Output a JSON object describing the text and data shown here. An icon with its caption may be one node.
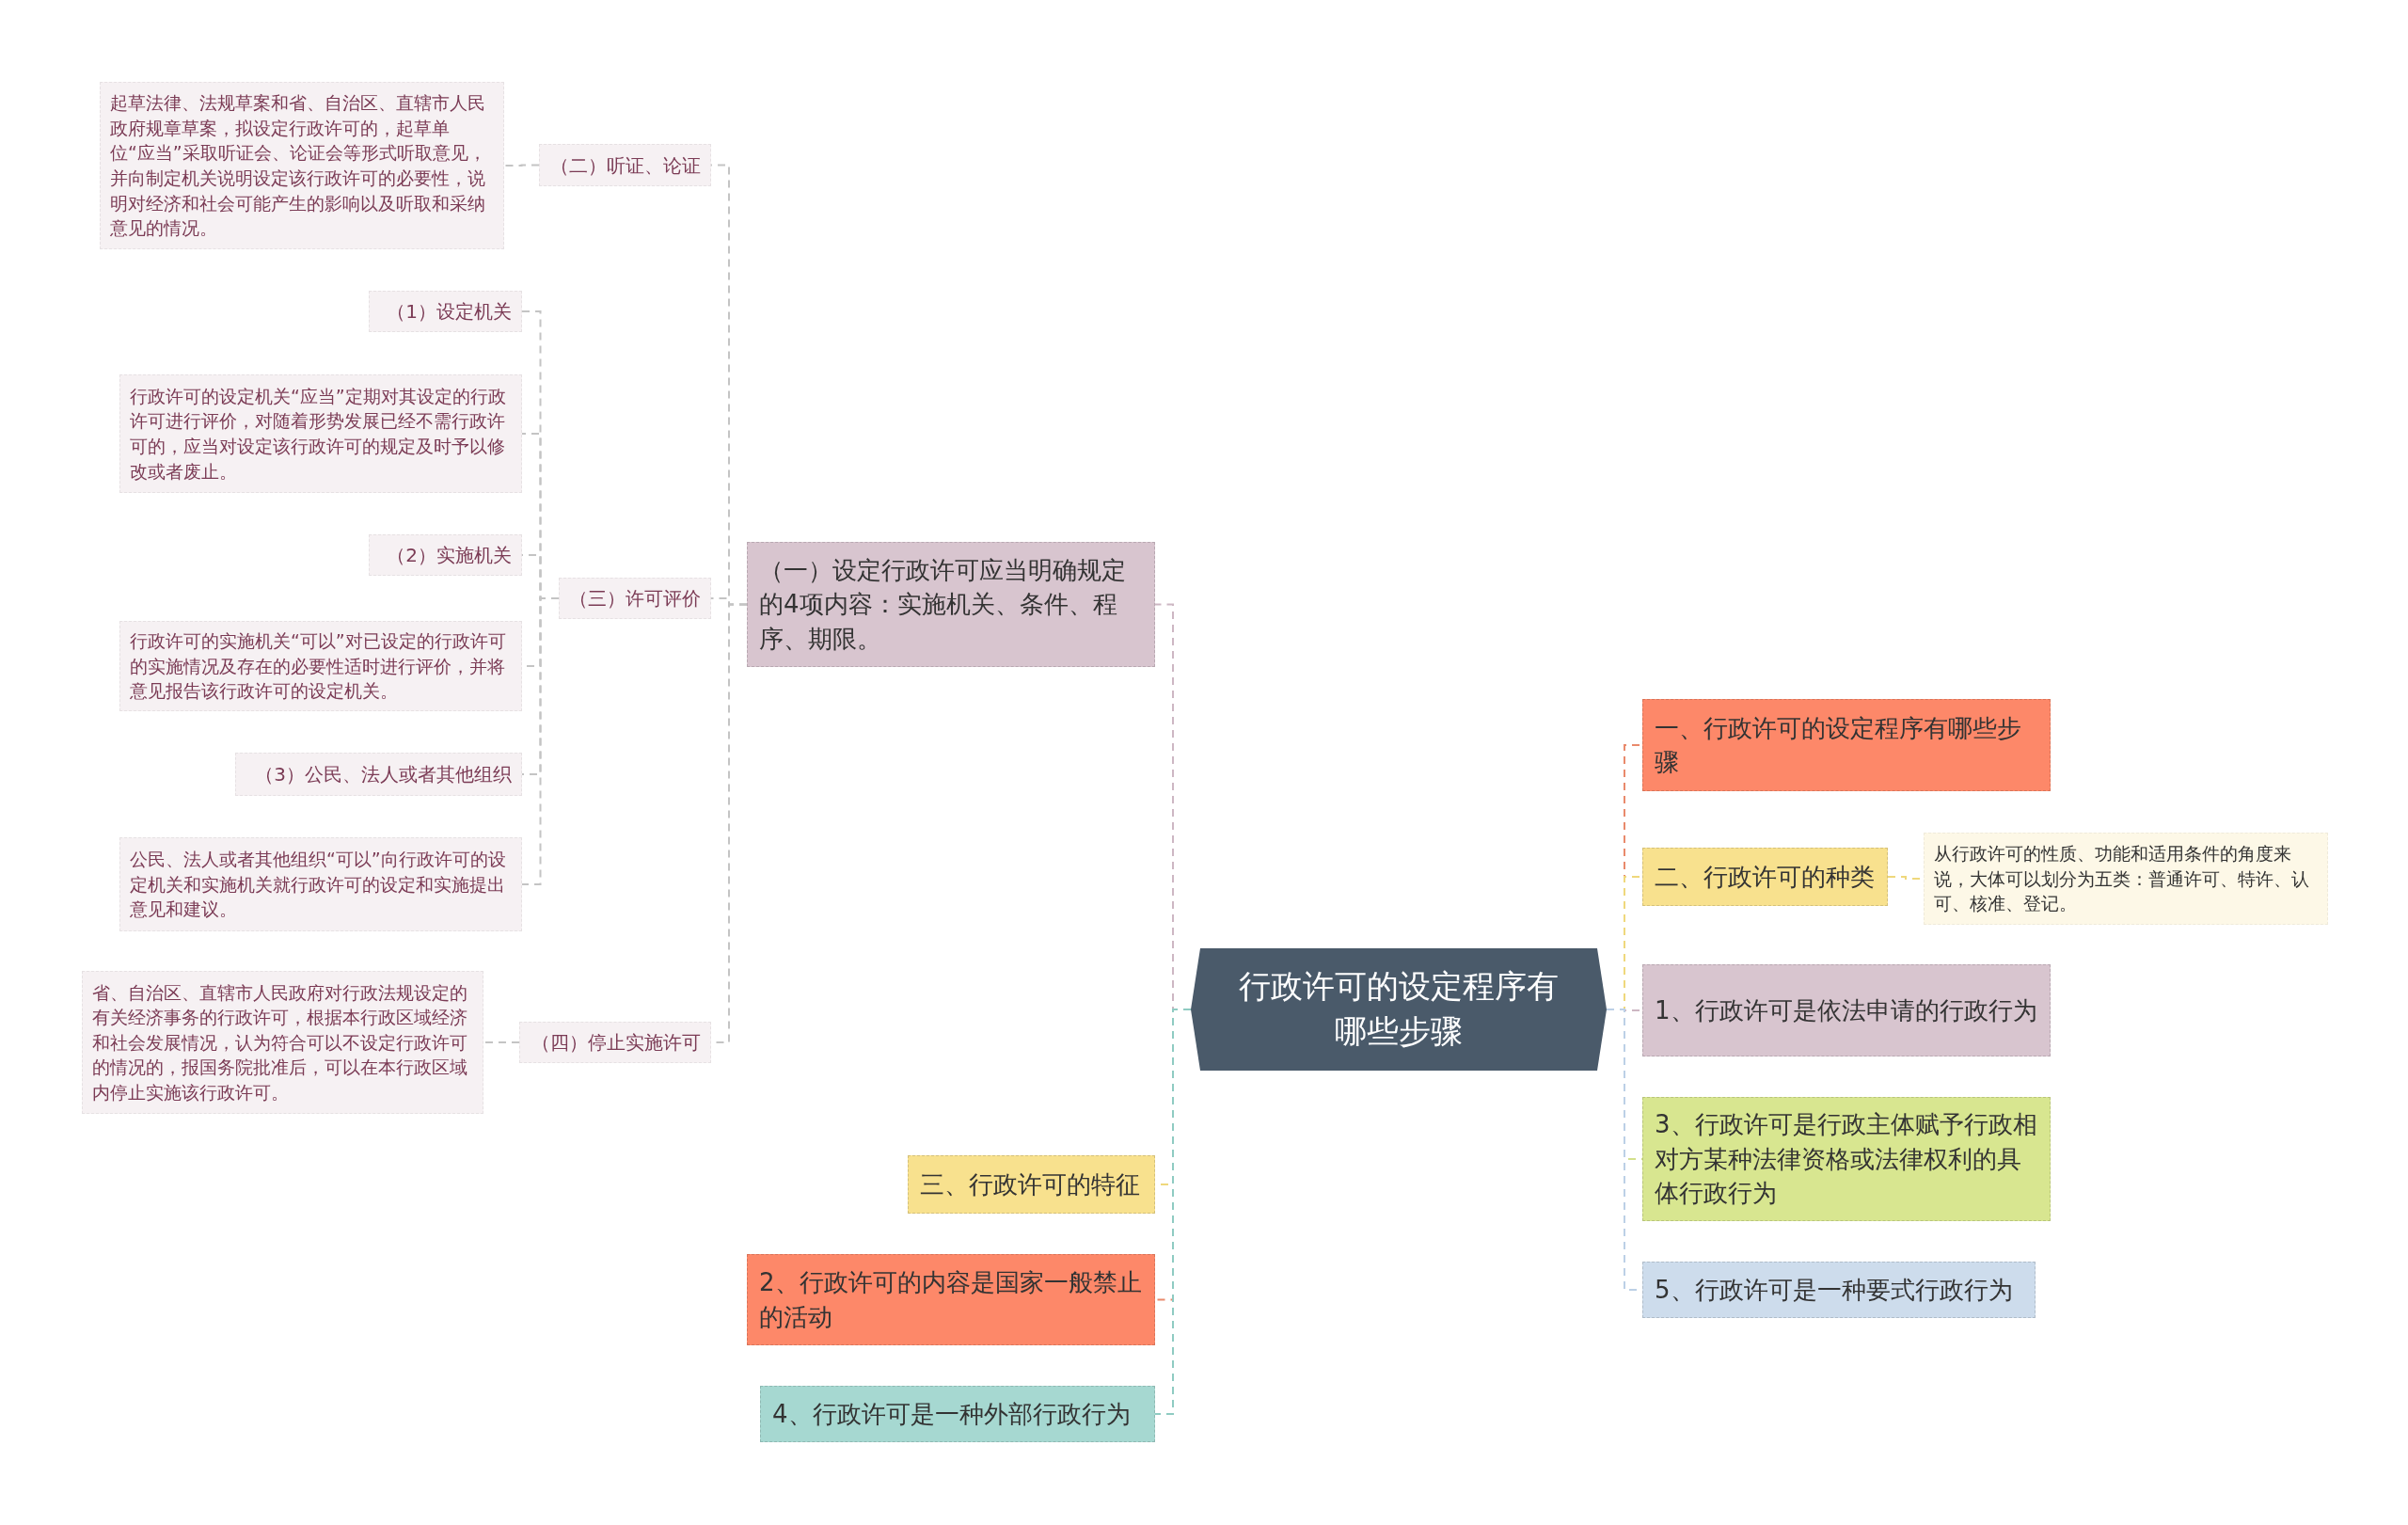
{
  "diagram": {
    "nodes": [
      {
        "text": [
          "行政许可的设定程序有哪些步骤"
        ]
      },
      {
        "text": [
          "（一）设定行政许可应当明确规定的4项内容：实施机关、条件、程序、期限。"
        ]
      },
      {
        "text": [
          "（二）听证、论证"
        ]
      },
      {
        "text": [
          "起草法律、法规草案和省、自治区、直辖市人民政府规章草案，拟设定行政许可的，起草单位“应当”采取听证会、论证会等形式听取意见，并向制定机关说明设定该行政许可的必要性，说明对经济和社会可能产生的影响以及听取和采纳意见的情况。"
        ]
      },
      {
        "text": [
          "（三）许可评价"
        ]
      },
      {
        "text": [
          "（1）设定机关"
        ]
      },
      {
        "text": [
          "行政许可的设定机关“应当”定期对其设定的行政许可进行评价，对随着形势发展已经不需行政许可的，应当对设定该行政许可的规定及时予以修改或者废止。"
        ]
      },
      {
        "text": [
          "（2）实施机关"
        ]
      },
      {
        "text": [
          "行政许可的实施机关“可以”对已设定的行政许可的实施情况及存在的必要性适时进行评价，并将意见报告该行政许可的设定机关。"
        ]
      },
      {
        "text": [
          "（3）公民、法人或者其他组织"
        ]
      },
      {
        "text": [
          "公民、法人或者其他组织“可以”向行政许可的设定机关和实施机关就行政许可的设定和实施提出意见和建议。"
        ]
      },
      {
        "text": [
          "（四）停止实施许可"
        ]
      },
      {
        "text": [
          "省、自治区、直辖市人民政府对行政法规设定的有关经济事务的行政许可，根据本行政区域经济和社会发展情况，认为符合可以不设定行政许可的情况的，报国务院批准后，可以在本行政区域内停止实施该行政许可。"
        ]
      },
      {
        "text": [
          "三、行政许可的特征"
        ]
      },
      {
        "text": [
          "2、行政许可的内容是国家一般禁止的活动"
        ]
      },
      {
        "text": [
          "4、行政许可是一种外部行政行为"
        ]
      },
      {
        "text": [
          "一、行政许可的设定程序有哪些步骤"
        ]
      },
      {
        "text": [
          "二、行政许可的种类"
        ]
      },
      {
        "text": [
          "从行政许可的性质、功能和适用条件的角度来说，大体可以划分为五类：普通许可、特许、认可、核准、登记。"
        ]
      },
      {
        "text": [
          "1、行政许可是依法申请的行政行为"
        ]
      },
      {
        "text": [
          "3、行政许可是行政主体赋予行政相对方某种法律资格或法律权利的具体行政行为"
        ]
      },
      {
        "text": [
          "5、行政许可是一种要式行政行为"
        ]
      }
    ],
    "edges": [
      {
        "from": 0,
        "to": 1,
        "arrow": "none",
        "style": "dashed",
        "color": "#cdb7c3"
      },
      {
        "from": 1,
        "to": 2,
        "arrow": "none",
        "style": "dashed"
      },
      {
        "from": 2,
        "to": 3,
        "arrow": "none",
        "style": "dashed"
      },
      {
        "from": 1,
        "to": 4,
        "arrow": "none",
        "style": "dashed"
      },
      {
        "from": 4,
        "to": 5,
        "arrow": "none",
        "style": "dashed"
      },
      {
        "from": 4,
        "to": 6,
        "arrow": "none",
        "style": "dashed"
      },
      {
        "from": 4,
        "to": 7,
        "arrow": "none",
        "style": "dashed"
      },
      {
        "from": 4,
        "to": 8,
        "arrow": "none",
        "style": "dashed"
      },
      {
        "from": 4,
        "to": 9,
        "arrow": "none",
        "style": "dashed"
      },
      {
        "from": 4,
        "to": 10,
        "arrow": "none",
        "style": "dashed"
      },
      {
        "from": 1,
        "to": 11,
        "arrow": "none",
        "style": "dashed"
      },
      {
        "from": 11,
        "to": 12,
        "arrow": "none",
        "style": "dashed"
      },
      {
        "from": 0,
        "to": 13,
        "arrow": "none",
        "style": "dashed",
        "color": "#efd87c"
      },
      {
        "from": 0,
        "to": 14,
        "arrow": "none",
        "style": "dashed",
        "color": "#e98a6c"
      },
      {
        "from": 0,
        "to": 15,
        "arrow": "none",
        "style": "dashed",
        "color": "#8fcbc2"
      },
      {
        "from": 0,
        "to": 16,
        "arrow": "none",
        "style": "dashed",
        "color": "#e98a6c"
      },
      {
        "from": 0,
        "to": 17,
        "arrow": "none",
        "style": "dashed",
        "color": "#efd87c"
      },
      {
        "from": 17,
        "to": 18,
        "arrow": "none",
        "style": "dashed",
        "color": "#efd87c"
      },
      {
        "from": 0,
        "to": 19,
        "arrow": "none",
        "style": "dashed",
        "color": "#cdb7c3"
      },
      {
        "from": 0,
        "to": 20,
        "arrow": "none",
        "style": "dashed",
        "color": "#d3e08c"
      },
      {
        "from": 0,
        "to": 21,
        "arrow": "none",
        "style": "dashed",
        "color": "#bcd0e6"
      }
    ]
  }
}
